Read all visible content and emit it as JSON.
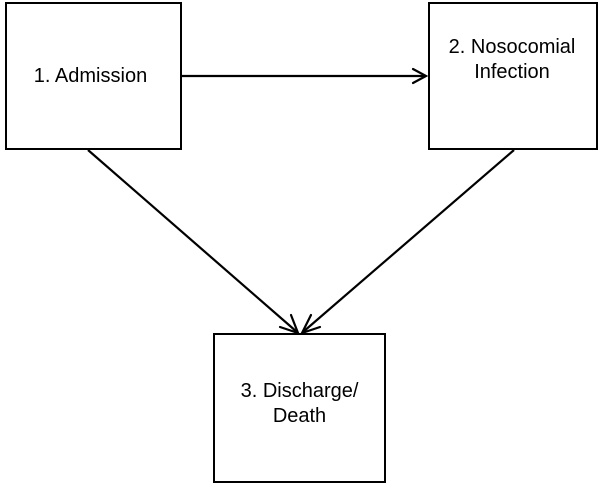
{
  "diagram": {
    "nodes": [
      {
        "id": "admission",
        "label": "1. Admission"
      },
      {
        "id": "infection",
        "label": "2. Nosocomial\nInfection"
      },
      {
        "id": "outcome",
        "label": "3. Discharge/\nDeath"
      }
    ],
    "edges": [
      {
        "from": "admission",
        "to": "infection"
      },
      {
        "from": "admission",
        "to": "outcome"
      },
      {
        "from": "infection",
        "to": "outcome"
      }
    ],
    "colors": {
      "stroke": "#000000",
      "fill": "#ffffff",
      "text": "#000000"
    }
  }
}
